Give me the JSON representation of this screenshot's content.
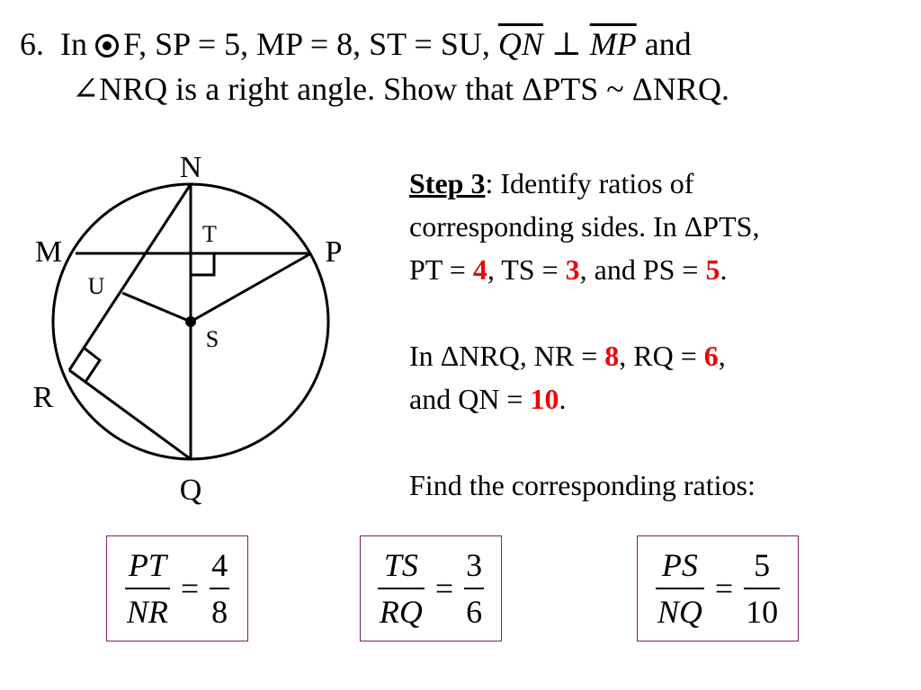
{
  "problem": {
    "number": "6.",
    "in_text": "In",
    "circle_label": "F",
    "givens": ", SP = 5, MP = 8, ST = SU, ",
    "segment_1": "QN",
    "perp_symbol": " ⊥ ",
    "segment_2": "MP",
    "and_text": " and",
    "angle_symbol": "∠",
    "line2": "NRQ is a right angle.  Show that ΔPTS ~ ΔNRQ."
  },
  "diagram": {
    "labels": {
      "N": "N",
      "M": "M",
      "P": "P",
      "T": "T",
      "U": "U",
      "S": "S",
      "R": "R",
      "Q": "Q"
    }
  },
  "step": {
    "title": "Step 3",
    "title_suffix": ":  Identify ratios of",
    "line2": "corresponding  sides.  In ΔPTS,",
    "pts_pt_text": "PT = ",
    "pts_pt_value": "4",
    "pts_ts_text": ", TS = ",
    "pts_ts_value": "3",
    "pts_ps_text": ", and PS = ",
    "pts_ps_value": "5",
    "period": ".",
    "nrq_prefix": "In ΔNRQ, NR = ",
    "nrq_nr_value": "8",
    "nrq_rq_text": ", RQ = ",
    "nrq_rq_value": "6",
    "comma": ",",
    "nrq_qn_text": "and QN = ",
    "nrq_qn_value": "10",
    "find_text": "Find the corresponding ratios:"
  },
  "ratios": [
    {
      "num_var": "PT",
      "den_var": "NR",
      "eq": "=",
      "num_val": "4",
      "den_val": "8"
    },
    {
      "num_var": "TS",
      "den_var": "RQ",
      "eq": "=",
      "num_val": "3",
      "den_val": "6"
    },
    {
      "num_var": "PS",
      "den_var": "NQ",
      "eq": "=",
      "num_val": "5",
      "den_val": "10"
    }
  ]
}
